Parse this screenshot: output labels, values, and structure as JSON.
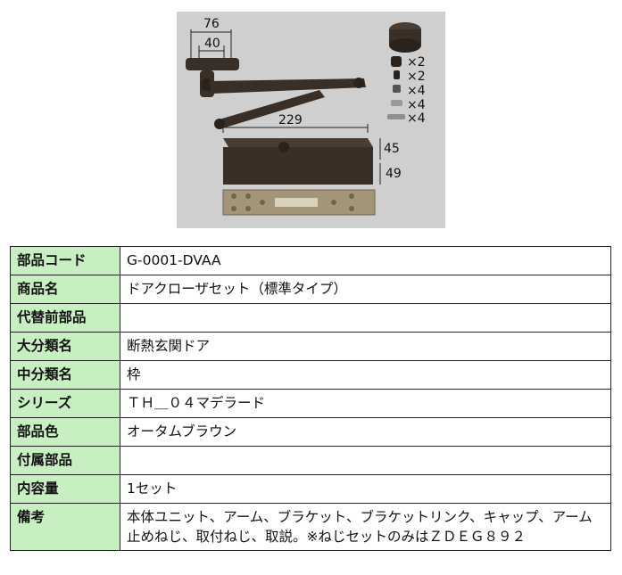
{
  "photo": {
    "dimensions": {
      "arm_bracket_width": "76",
      "arm_bracket_inner": "40",
      "body_length": "229",
      "body_height": "45",
      "body_depth": "49"
    },
    "parts_quantities": [
      "×2",
      "×2",
      "×4",
      "×4",
      "×4"
    ]
  },
  "specs": [
    {
      "label": "部品コード",
      "value": "G-0001-DVAA"
    },
    {
      "label": "商品名",
      "value": "ドアクローザセット（標準タイプ）"
    },
    {
      "label": "代替前部品",
      "value": ""
    },
    {
      "label": "大分類名",
      "value": "断熱玄関ドア"
    },
    {
      "label": "中分類名",
      "value": "枠"
    },
    {
      "label": "シリーズ",
      "value": "ＴＨ＿０４マデラード"
    },
    {
      "label": "部品色",
      "value": "オータムブラウン"
    },
    {
      "label": "付属部品",
      "value": ""
    },
    {
      "label": "内容量",
      "value": "1セット"
    },
    {
      "label": "備考",
      "value": "本体ユニット、アーム、ブラケット、ブラケットリンク、キャップ、アーム止めねじ、取付ねじ、取説。※ねじセットのみはＺＤＥＧ８９２"
    }
  ]
}
